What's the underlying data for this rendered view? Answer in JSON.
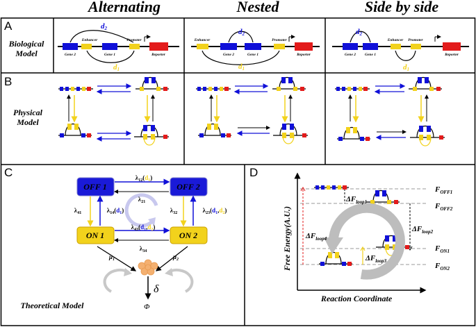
{
  "headers": {
    "alternating": "Alternating",
    "nested": "Nested",
    "side_by_side": "Side by side"
  },
  "panels": {
    "a": "A",
    "b": "B",
    "c": "C",
    "d": "D"
  },
  "row_labels": {
    "biological_1": "Biological",
    "biological_2": "Model",
    "physical_1": "Physical",
    "physical_2": "Model",
    "theoretical": "Theoretical Model"
  },
  "gene_labels": {
    "gene2": "Gene 2",
    "gene1": "Gene 1",
    "enhancer": "Enhancer",
    "promoter": "Promoter",
    "reporter": "Reporter"
  },
  "distance_labels": {
    "d1": "d",
    "d2": "d",
    "sub1": "1",
    "sub2": "2"
  },
  "theory": {
    "states": {
      "off1": "OFF 1",
      "off2": "OFF 2",
      "on1": "ON 1",
      "on2": "ON 2"
    },
    "lam": "λ",
    "mu": "μ",
    "delta": "δ",
    "phi": "Φ",
    "k12": "12",
    "k21": "21",
    "k41": "41",
    "k14": "14",
    "k32": "32",
    "k23": "23",
    "k43": "43",
    "k34": "34",
    "d1": "d",
    "s1": "1",
    "s2": "2",
    "open": "(",
    "close": ")",
    "comma": ","
  },
  "energy": {
    "ylabel": "Free Energy(A.U.)",
    "xlabel": "Reaction Coordinate",
    "F": "F",
    "dF": "ΔF",
    "off1": "OFF1",
    "off2": "OFF2",
    "on1": "ON1",
    "on2": "ON2",
    "loop1": "loop1",
    "loop2": "loop2",
    "loop3": "loop3",
    "loop4": "loop4"
  },
  "colors": {
    "blue": "#1010d8",
    "yellow": "#f2d21c",
    "red": "#e31b1b",
    "gray": "#b8b8b8"
  }
}
